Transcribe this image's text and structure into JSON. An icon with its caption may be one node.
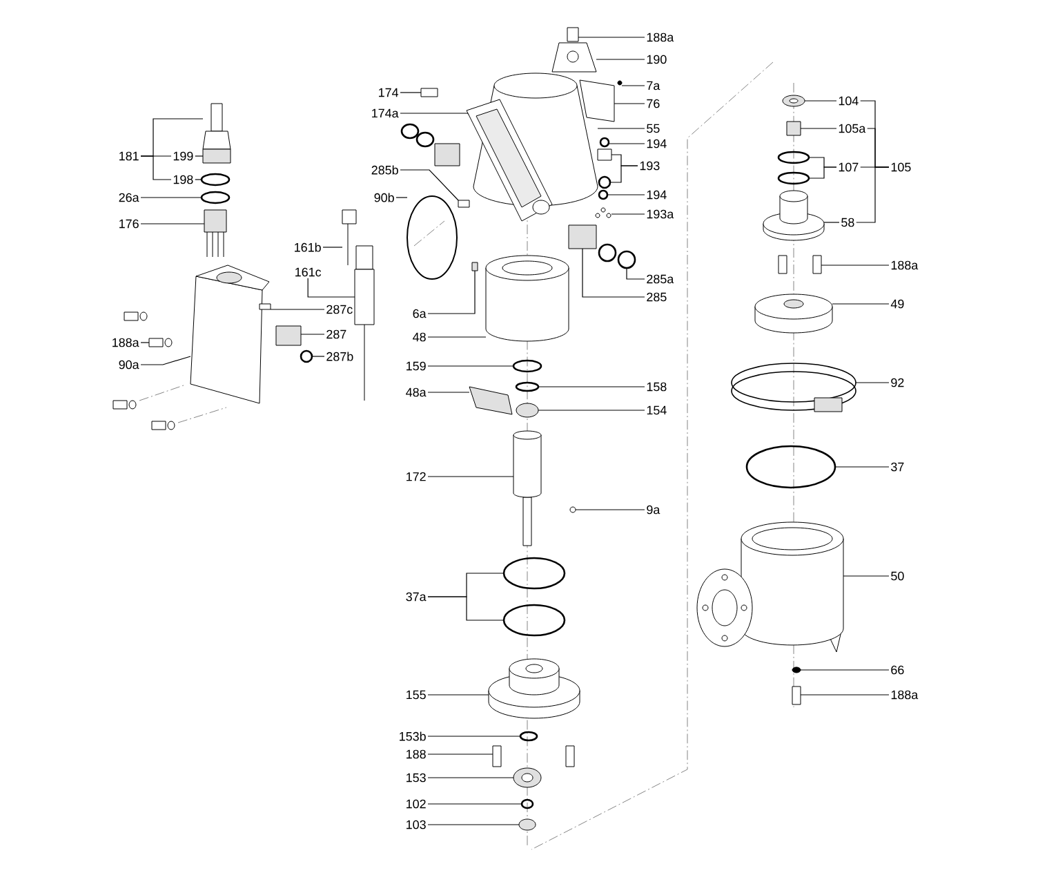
{
  "diagram": {
    "nodes": [
      {
        "text": [
          "188a"
        ]
      },
      {
        "text": [
          "190"
        ]
      },
      {
        "text": [
          "7a"
        ]
      },
      {
        "text": [
          "174"
        ]
      },
      {
        "text": [
          "104"
        ]
      },
      {
        "text": [
          "76"
        ]
      },
      {
        "text": [
          "174a"
        ]
      },
      {
        "text": [
          "55"
        ]
      },
      {
        "text": [
          "105a"
        ]
      },
      {
        "text": [
          "194"
        ]
      },
      {
        "text": [
          "181"
        ]
      },
      {
        "text": [
          "199"
        ]
      },
      {
        "text": [
          "193"
        ]
      },
      {
        "text": [
          "107"
        ]
      },
      {
        "text": [
          "105"
        ]
      },
      {
        "text": [
          "285b"
        ]
      },
      {
        "text": [
          "198"
        ]
      },
      {
        "text": [
          "194"
        ]
      },
      {
        "text": [
          "26a"
        ]
      },
      {
        "text": [
          "90b"
        ]
      },
      {
        "text": [
          "193a"
        ]
      },
      {
        "text": [
          "58"
        ]
      },
      {
        "text": [
          "176"
        ]
      },
      {
        "text": [
          "161b"
        ]
      },
      {
        "text": [
          "188a"
        ]
      },
      {
        "text": [
          "161c"
        ]
      },
      {
        "text": [
          "285a"
        ]
      },
      {
        "text": [
          "285"
        ]
      },
      {
        "text": [
          "49"
        ]
      },
      {
        "text": [
          "287c"
        ]
      },
      {
        "text": [
          "6a"
        ]
      },
      {
        "text": [
          "287"
        ]
      },
      {
        "text": [
          "48"
        ]
      },
      {
        "text": [
          "188a"
        ]
      },
      {
        "text": [
          "287b"
        ]
      },
      {
        "text": [
          "90a"
        ]
      },
      {
        "text": [
          "159"
        ]
      },
      {
        "text": [
          "92"
        ]
      },
      {
        "text": [
          "158"
        ]
      },
      {
        "text": [
          "48a"
        ]
      },
      {
        "text": [
          "154"
        ]
      },
      {
        "text": [
          "37"
        ]
      },
      {
        "text": [
          "172"
        ]
      },
      {
        "text": [
          "9a"
        ]
      },
      {
        "text": [
          "50"
        ]
      },
      {
        "text": [
          "37a"
        ]
      },
      {
        "text": [
          "66"
        ]
      },
      {
        "text": [
          "155"
        ]
      },
      {
        "text": [
          "188a"
        ]
      },
      {
        "text": [
          "153b"
        ]
      },
      {
        "text": [
          "188"
        ]
      },
      {
        "text": [
          "153"
        ]
      },
      {
        "text": [
          "102"
        ]
      },
      {
        "text": [
          "103"
        ]
      },
      {
        "text": [],
        "shape": "box"
      },
      {
        "text": [],
        "shape": "picture"
      },
      {
        "text": [],
        "shape": "circle"
      },
      {
        "text": [],
        "shape": "picture"
      },
      {
        "text": [],
        "shape": "box"
      },
      {
        "text": [],
        "shape": "circle"
      },
      {
        "text": [],
        "shape": "picture"
      },
      {
        "text": [],
        "shape": "circle"
      },
      {
        "text": [],
        "shape": "box"
      },
      {
        "text": [],
        "shape": "circle"
      },
      {
        "text": [],
        "shape": "circle"
      },
      {
        "text": [],
        "shape": "picture"
      },
      {
        "text": [],
        "shape": "picture"
      },
      {
        "text": [],
        "shape": "box"
      },
      {
        "text": [],
        "shape": "circle"
      },
      {
        "text": [],
        "shape": "circle"
      },
      {
        "text": [],
        "shape": "picture"
      },
      {
        "text": [],
        "shape": "box"
      },
      {
        "text": [],
        "shape": "picture"
      },
      {
        "text": [],
        "shape": "box"
      },
      {
        "text": [],
        "shape": "box"
      },
      {
        "text": [],
        "shape": "circle"
      },
      {
        "text": [],
        "shape": "picture"
      },
      {
        "text": [],
        "shape": "picture"
      },
      {
        "text": [],
        "shape": "circle"
      },
      {
        "text": [],
        "shape": "box"
      },
      {
        "text": [],
        "shape": "box"
      },
      {
        "text": [],
        "shape": "cylinder"
      },
      {
        "text": [],
        "shape": "circle"
      },
      {
        "text": [],
        "shape": "circle"
      },
      {
        "text": [],
        "shape": "circle"
      },
      {
        "text": [],
        "shape": "picture"
      },
      {
        "text": [],
        "shape": "cylinder"
      },
      {
        "text": [],
        "shape": "circle"
      },
      {
        "text": [],
        "shape": "circle"
      },
      {
        "text": [],
        "shape": "circle"
      },
      {
        "text": [],
        "shape": "cylinder"
      },
      {
        "text": [],
        "shape": "circle"
      },
      {
        "text": [],
        "shape": "box"
      },
      {
        "text": [],
        "shape": "picture"
      },
      {
        "text": [],
        "shape": "circle"
      },
      {
        "text": [],
        "shape": "circle"
      },
      {
        "text": [],
        "shape": "circle"
      },
      {
        "text": [],
        "shape": "box"
      },
      {
        "text": [],
        "shape": "picture"
      },
      {
        "text": [],
        "shape": "box"
      },
      {
        "text": [],
        "shape": "circle"
      },
      {
        "text": [],
        "shape": "circle"
      },
      {
        "text": [],
        "shape": "picture"
      },
      {
        "text": [],
        "shape": "box"
      },
      {
        "text": [],
        "shape": "cylinder"
      },
      {
        "text": [],
        "shape": "picture"
      },
      {
        "text": [],
        "shape": "circle"
      },
      {
        "text": [],
        "shape": "picture"
      },
      {
        "text": [],
        "shape": "circle"
      },
      {
        "text": [],
        "shape": "box"
      }
    ],
    "edges": [
      {
        "from": 0,
        "to": 54,
        "arrow": "none"
      },
      {
        "from": 1,
        "to": 55,
        "arrow": "none"
      },
      {
        "from": 2,
        "to": 56,
        "arrow": "none"
      },
      {
        "from": 3,
        "to": 58,
        "arrow": "none"
      },
      {
        "from": 4,
        "to": 98,
        "arrow": "none"
      },
      {
        "from": 5,
        "to": 57,
        "arrow": "none"
      },
      {
        "from": 6,
        "to": 59,
        "arrow": "none"
      },
      {
        "from": 7,
        "to": 60,
        "arrow": "none"
      },
      {
        "from": 8,
        "to": 99,
        "arrow": "none"
      },
      {
        "from": 9,
        "to": 61,
        "arrow": "none"
      },
      {
        "from": 10,
        "to": 66,
        "arrow": "none"
      },
      {
        "from": 10,
        "to": 16,
        "arrow": "none"
      },
      {
        "from": 10,
        "to": 11,
        "arrow": "none"
      },
      {
        "from": 11,
        "to": 67,
        "arrow": "none"
      },
      {
        "from": 12,
        "to": 62,
        "arrow": "none"
      },
      {
        "from": 12,
        "to": 63,
        "arrow": "none"
      },
      {
        "from": 13,
        "to": 100,
        "arrow": "none"
      },
      {
        "from": 13,
        "to": 101,
        "arrow": "none"
      },
      {
        "from": 14,
        "to": 4,
        "arrow": "none"
      },
      {
        "from": 14,
        "to": 8,
        "arrow": "none"
      },
      {
        "from": 14,
        "to": 21,
        "arrow": "none"
      },
      {
        "from": 14,
        "to": 13,
        "arrow": "none"
      },
      {
        "from": 15,
        "to": 79,
        "arrow": "none"
      },
      {
        "from": 16,
        "to": 68,
        "arrow": "none"
      },
      {
        "from": 17,
        "to": 64,
        "arrow": "none"
      },
      {
        "from": 18,
        "to": 69,
        "arrow": "none"
      },
      {
        "from": 19,
        "to": 78,
        "arrow": "none"
      },
      {
        "from": 20,
        "to": 65,
        "arrow": "none"
      },
      {
        "from": 21,
        "to": 102,
        "arrow": "none"
      },
      {
        "from": 22,
        "to": 70,
        "arrow": "none"
      },
      {
        "from": 23,
        "to": 76,
        "arrow": "none"
      },
      {
        "from": 25,
        "to": 77,
        "arrow": "none"
      },
      {
        "from": 26,
        "to": 96,
        "arrow": "none"
      },
      {
        "from": 27,
        "to": 97,
        "arrow": "none"
      },
      {
        "from": 28,
        "to": 104,
        "arrow": "none"
      },
      {
        "from": 29,
        "to": 73,
        "arrow": "none"
      },
      {
        "from": 30,
        "to": 80,
        "arrow": "none"
      },
      {
        "from": 31,
        "to": 74,
        "arrow": "none"
      },
      {
        "from": 32,
        "to": 81,
        "arrow": "none"
      },
      {
        "from": 33,
        "to": 71,
        "arrow": "none"
      },
      {
        "from": 34,
        "to": 75,
        "arrow": "none"
      },
      {
        "from": 35,
        "to": 72,
        "arrow": "none"
      },
      {
        "from": 36,
        "to": 82,
        "arrow": "none"
      },
      {
        "from": 37,
        "to": 105,
        "arrow": "none"
      },
      {
        "from": 38,
        "to": 83,
        "arrow": "none"
      },
      {
        "from": 39,
        "to": 85,
        "arrow": "none"
      },
      {
        "from": 40,
        "to": 84,
        "arrow": "none"
      },
      {
        "from": 41,
        "to": 106,
        "arrow": "none"
      },
      {
        "from": 42,
        "to": 86,
        "arrow": "none"
      },
      {
        "from": 43,
        "to": 87,
        "arrow": "none"
      },
      {
        "from": 45,
        "to": 88,
        "arrow": "none"
      },
      {
        "from": 45,
        "to": 89,
        "arrow": "none"
      },
      {
        "from": 44,
        "to": 107,
        "arrow": "none"
      },
      {
        "from": 46,
        "to": 108,
        "arrow": "none"
      },
      {
        "from": 47,
        "to": 90,
        "arrow": "none"
      },
      {
        "from": 48,
        "to": 109,
        "arrow": "none"
      },
      {
        "from": 49,
        "to": 91,
        "arrow": "none"
      },
      {
        "from": 50,
        "to": 92,
        "arrow": "none"
      },
      {
        "from": 51,
        "to": 93,
        "arrow": "none"
      },
      {
        "from": 52,
        "to": 94,
        "arrow": "none"
      },
      {
        "from": 53,
        "to": 95,
        "arrow": "none"
      },
      {
        "from": 24,
        "to": 103,
        "arrow": "none"
      }
    ]
  }
}
